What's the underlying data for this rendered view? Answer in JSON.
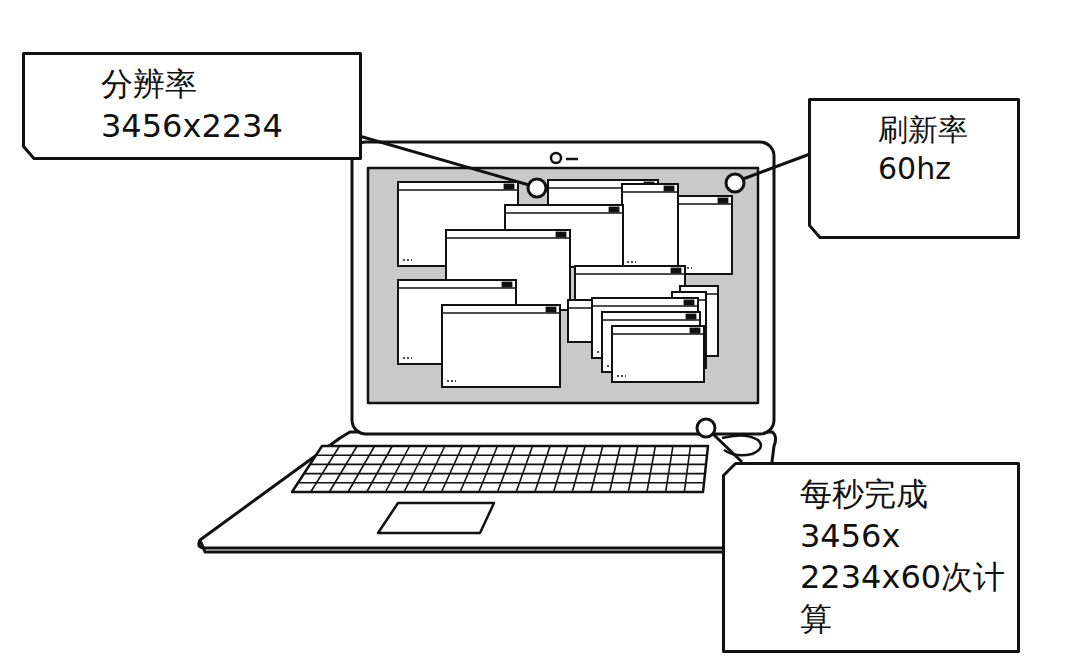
{
  "diagram": {
    "nodes": [
      {
        "text": [
          "分辨率3456x2234"
        ]
      },
      {
        "text": [
          "刷新率60hz"
        ]
      },
      {
        "text": [
          "每秒完成3456x 2234x60次计算"
        ]
      }
    ]
  }
}
